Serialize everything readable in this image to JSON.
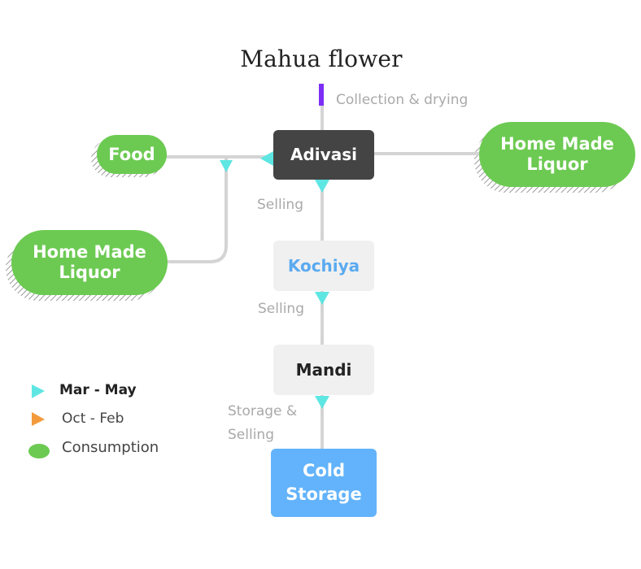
{
  "title": "Mahua flower",
  "nodes": {
    "adivasi": "Adivasi",
    "kochiya": "Kochiya",
    "mandi": "Mandi",
    "cold_storage": "Cold Storage",
    "food": "Food",
    "home_made_liquor_right": "Home Made Liquor",
    "home_made_liquor_left": "Home Made Liquor"
  },
  "edge_labels": {
    "collection": "Collection & drying",
    "selling_1": "Selling",
    "selling_2": "Selling",
    "storage_selling": "Storage & Selling"
  },
  "legend": [
    {
      "label": "Mar - May",
      "shape": "triangle",
      "color": "#5ee6e2"
    },
    {
      "label": "Oct - Feb",
      "shape": "triangle",
      "color": "#f39a3c"
    },
    {
      "label": "Consumption",
      "shape": "ellipse",
      "color": "#6cca52"
    }
  ],
  "colors": {
    "line": "#d4d4d4",
    "season_mar_may": "#5ee6e2",
    "season_oct_feb": "#f39a3c",
    "consumption": "#6cca52",
    "collection_marker": "#7c2ef5",
    "adivasi_box": "#444444",
    "cold_storage_box": "#62b3fb",
    "kochiya_text": "#5aaaf0"
  }
}
